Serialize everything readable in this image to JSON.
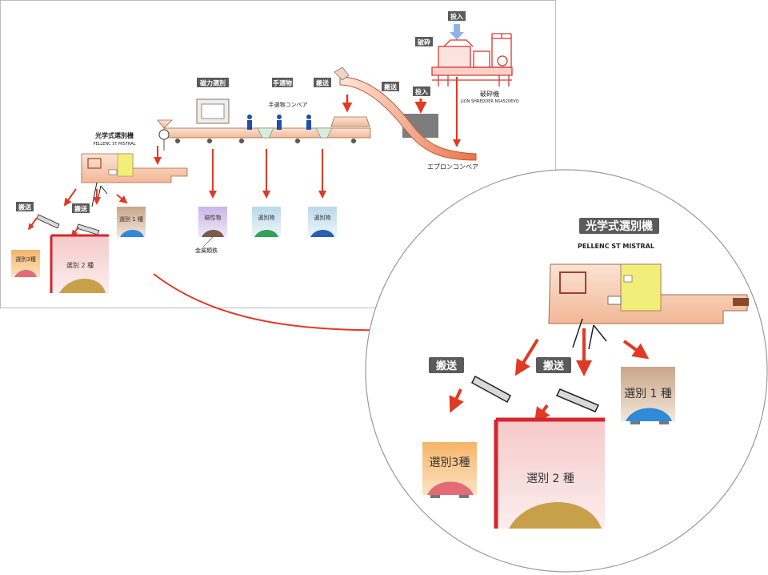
{
  "process": {
    "input_top": "投入",
    "shredding": "破砕",
    "input_side": "投入",
    "shredder_name": "破砕機",
    "shredder_model": "LION SHREDDER NS4520EVO",
    "conveyor_label_upper": "搬送",
    "apron_conveyor": "エプロンコンベア",
    "magnetic_sort": "磁力選別",
    "hand_sort": "手選物",
    "hand_sort_conveyor": "手選物コンベア",
    "transport": "搬送",
    "optical_sorter": "光学式選別機",
    "optical_model": "PELLENC ST MISTRAL",
    "transport_a": "搬送",
    "transport_b": "搬送"
  },
  "bins_small": {
    "magnetic": "磁性物",
    "metal_iron": "金属類鉄",
    "hand_a": "選別物",
    "hand_b": "選別物",
    "sort1": "選別 1 種",
    "sort2": "選別 2 種",
    "sort3": "選別3種"
  },
  "zoom": {
    "title": "光学式選別機",
    "model": "PELLENC ST MISTRAL",
    "transport_a": "搬送",
    "transport_b": "搬送",
    "sort1": "選別 1 種",
    "sort2": "選別 2 種",
    "sort3": "選別3種"
  },
  "colors": {
    "arrow_red": "#e03a24",
    "tag_gray": "#5b5b5b",
    "machine_peach": "#f3c3a8",
    "magnetic_purple": "#b8a0d8",
    "hand_green": "#33a05a",
    "hand_blue": "#2a5fb0",
    "sort1_blue": "#2f8ad8",
    "sort2_gold": "#c9a04a",
    "sort3_pink": "#e46a78"
  }
}
